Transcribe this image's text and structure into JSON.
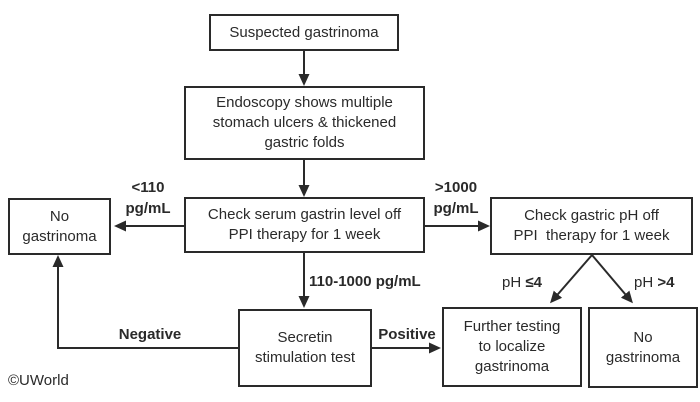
{
  "colors": {
    "ink": "#2a2a2a",
    "background": "#ffffff"
  },
  "nodes": {
    "suspected_gastrinoma": {
      "label": "Suspected gastrinoma"
    },
    "endoscopy_findings": {
      "label": "Endoscopy shows multiple\nstomach ulcers & thickened\ngastric folds"
    },
    "check_serum_gastrin": {
      "label": "Check serum gastrin level off\nPPI therapy for 1 week"
    },
    "no_gastrinoma_left": {
      "label": "No\ngastrinoma"
    },
    "check_gastric_ph": {
      "label": "Check gastric pH off\nPPI  therapy for 1 week"
    },
    "secretin_test": {
      "label": "Secretin\nstimulation test"
    },
    "further_testing": {
      "label": "Further testing\nto localize\ngastrinoma"
    },
    "no_gastrinoma_right": {
      "label": "No\ngastrinoma"
    }
  },
  "edge_labels": {
    "lt_110": "<110\npg/mL",
    "gt_1000": ">1000\npg/mL",
    "mid_range": "110-1000 pg/mL",
    "negative": "Negative",
    "positive": "Positive",
    "ph_le_prefix": "pH",
    "ph_le_value": "≤4",
    "ph_gt_prefix": "pH",
    "ph_gt_value": ">4"
  },
  "footer": {
    "copyright": "©UWorld"
  }
}
